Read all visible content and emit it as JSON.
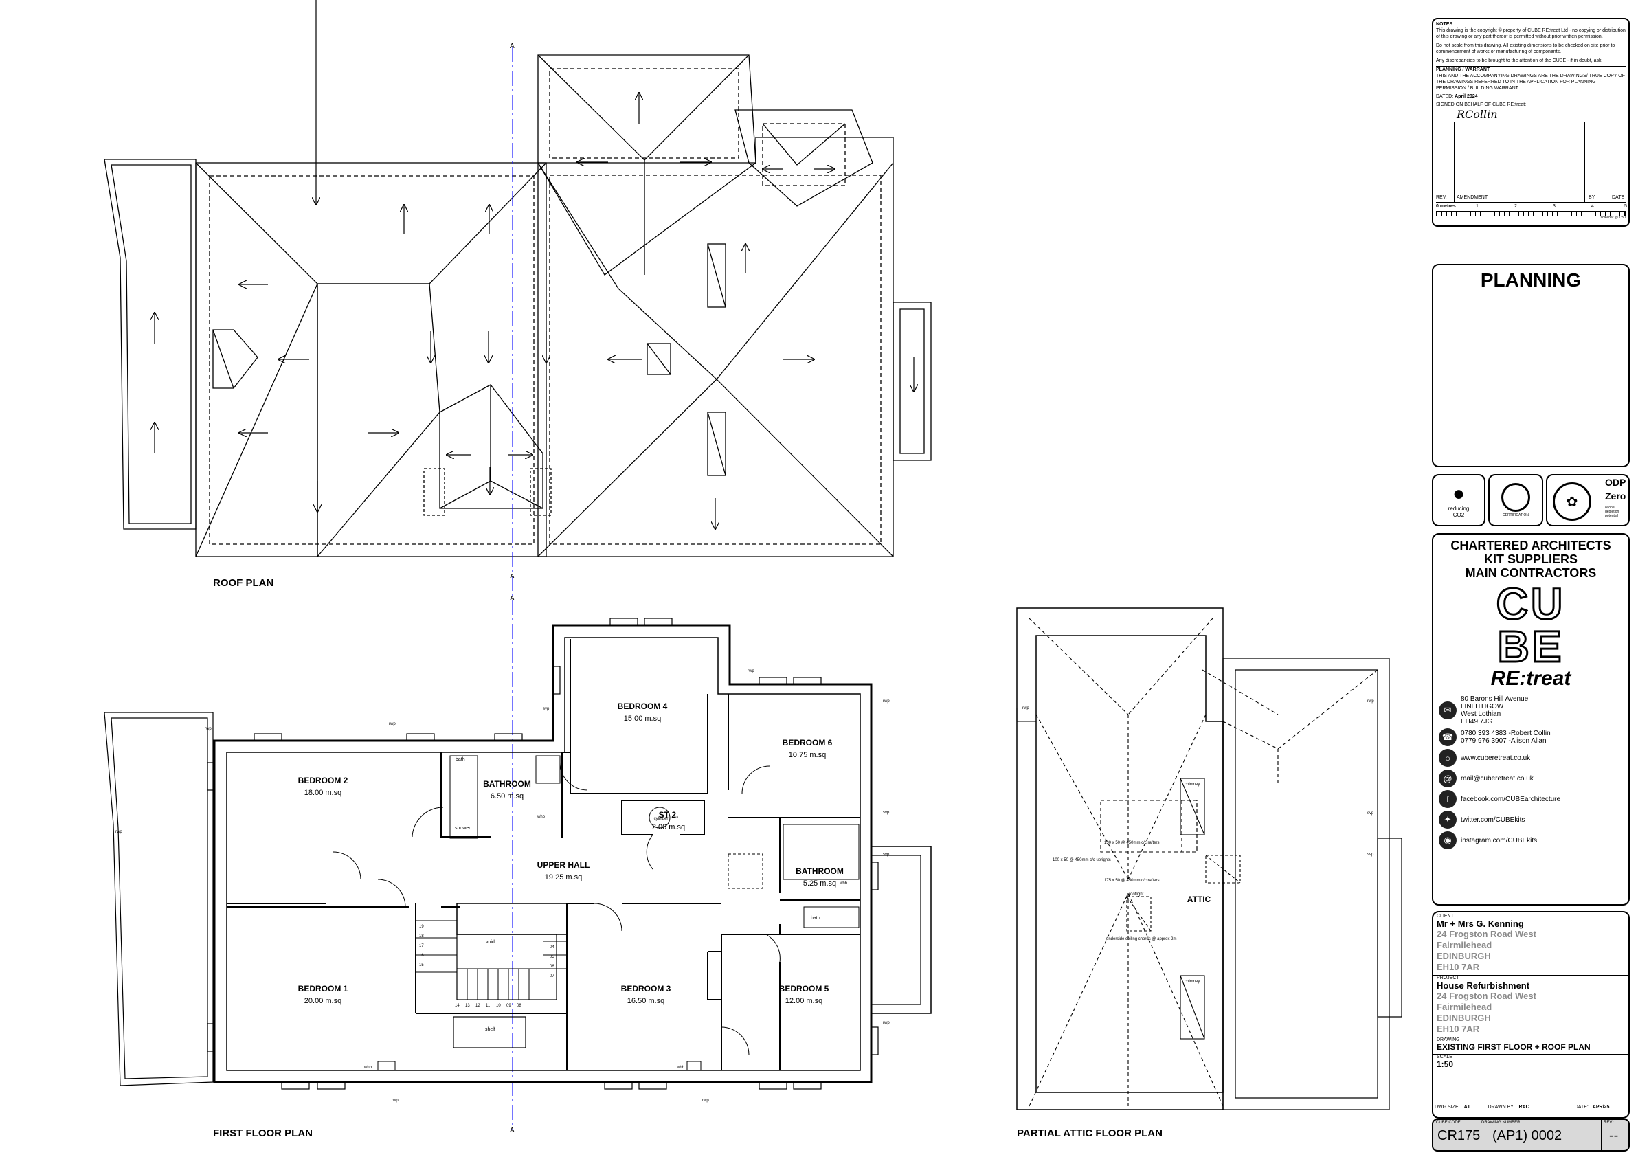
{
  "titles": {
    "roof_plan": "ROOF PLAN",
    "first_floor_plan": "FIRST FLOOR PLAN",
    "attic_plan": "PARTIAL ATTIC FLOOR PLAN"
  },
  "section_marker": "A",
  "rooms": [
    {
      "name": "BEDROOM 2",
      "area": "18.00 m.sq"
    },
    {
      "name": "BATHROOM",
      "area": "6.50 m.sq"
    },
    {
      "name": "BEDROOM 4",
      "area": "15.00 m.sq"
    },
    {
      "name": "BEDROOM 6",
      "area": "10.75 m.sq"
    },
    {
      "name": "ST 2.",
      "area": "2.00 m.sq"
    },
    {
      "name": "UPPER HALL",
      "area": "19.25 m.sq"
    },
    {
      "name": "BATHROOM",
      "area": "5.25 m.sq"
    },
    {
      "name": "BEDROOM 1",
      "area": "20.00 m.sq"
    },
    {
      "name": "BEDROOM 3",
      "area": "16.50 m.sq"
    },
    {
      "name": "BEDROOM 5",
      "area": "12.00 m.sq"
    }
  ],
  "small_labels": {
    "bath": "bath",
    "shower": "shower",
    "whb": "whb",
    "cylinder": "cylinder",
    "shelf": "shelf",
    "void": "void",
    "rwp": "rwp",
    "svp": "svp",
    "chimney": "chimney",
    "rooflight": "rooflight",
    "attic": "ATTIC"
  },
  "stair_numbers_left": [
    "19",
    "18",
    "17",
    "16",
    "15"
  ],
  "stair_numbers_right": [
    "04",
    "05",
    "06",
    "07"
  ],
  "stair_numbers_bottom": [
    "14",
    "13",
    "12",
    "11",
    "10",
    "09",
    "08"
  ],
  "attic_notes": [
    "130 x 50 @ 450mm c/c rafters",
    "100 x 50 @ 450mm c/c uprights",
    "175 x 50 @ 450mm c/c rafters",
    "underside ceiling chords @ approx 2m"
  ],
  "notes": {
    "heading": "NOTES",
    "lines": [
      "This drawing is the copyright © property of CUBE RE:treat Ltd - no copying or distribution of this drawing or any part thereof is permitted without prior written permission.",
      "Do not scale from this drawing. All existing dimensions to be checked on site prior to commencement of works or manufacturing of components.",
      "Any discrepancies to be brought to the attention of the CUBE - if in doubt, ask."
    ],
    "warrant_heading": "PLANNING / WARRANT",
    "warrant_text": "THIS AND THE ACCOMPANYING DRAWINGS ARE THE DRAWINGS/ TRUE COPY OF THE DRAWINGS REFERRED TO IN THE APPLICATION FOR PLANNING PERMISSION / BUILDING WARRANT",
    "dated_label": "DATED:",
    "dated_value": "April 2024",
    "signed_label": "SIGNED ON BEHALF OF CUBE RE:treat:",
    "signature": "RCollin",
    "rev_label": "REV.",
    "amendment_label": "AMENDMENT",
    "by_label": "BY",
    "date_label": "DATE"
  },
  "scale_bar": {
    "labels": [
      "0 metres",
      "1",
      "2",
      "3",
      "4",
      "5"
    ],
    "note": "scalebar @ 1:50"
  },
  "status": "PLANNING",
  "badges": {
    "reducing": "reducing CO2",
    "certification": "CERTIFICATION",
    "odp": "ODP",
    "zero": "Zero",
    "ozone": "ozone depletion potential"
  },
  "company": {
    "line1": "CHARTERED ARCHITECTS",
    "line2": "KIT SUPPLIERS",
    "line3": "MAIN CONTRACTORS",
    "logo_top": "CU",
    "logo_bottom": "BE",
    "logo_sub": "RE:treat",
    "address": [
      "80 Barons Hill Avenue",
      "LINLITHGOW",
      "West Lothian",
      "EH49 7JG"
    ],
    "phones": [
      "0780 393 4383  -Robert Collin",
      "0779 976 3907  -Alison Allan"
    ],
    "web": "www.cuberetreat.co.uk",
    "email": "mail@cuberetreat.co.uk",
    "facebook": "facebook.com/CUBEarchitecture",
    "twitter": "twitter.com/CUBEkits",
    "instagram": "instagram.com/CUBEkits"
  },
  "client": {
    "label": "CLIENT",
    "name": "Mr + Mrs G. Kenning",
    "address": [
      "24 Frogston Road West",
      "Fairmilehead",
      "EDINBURGH",
      "EH10 7AR"
    ]
  },
  "project": {
    "label": "PROJECT",
    "name": "House Refurbishment",
    "address": [
      "24 Frogston Road West",
      "Fairmilehead",
      "EDINBURGH",
      "EH10 7AR"
    ]
  },
  "drawing": {
    "label": "DRAWING",
    "title": "EXISTING FIRST FLOOR + ROOF PLAN",
    "scale_label": "SCALE",
    "scale": "1:50",
    "dwg_size_label": "DWG SIZE:",
    "dwg_size": "A1",
    "drawn_by_label": "DRAWN BY:",
    "drawn_by": "RAC",
    "date_label": "DATE:",
    "date": "APR/25",
    "cube_code_label": "CUBE CODE:",
    "cube_code": "CR175",
    "drawing_number_label": "DRAWING NUMBER:",
    "drawing_number": "(AP1) 0002",
    "rev_label": "REV.:",
    "rev": "--"
  }
}
